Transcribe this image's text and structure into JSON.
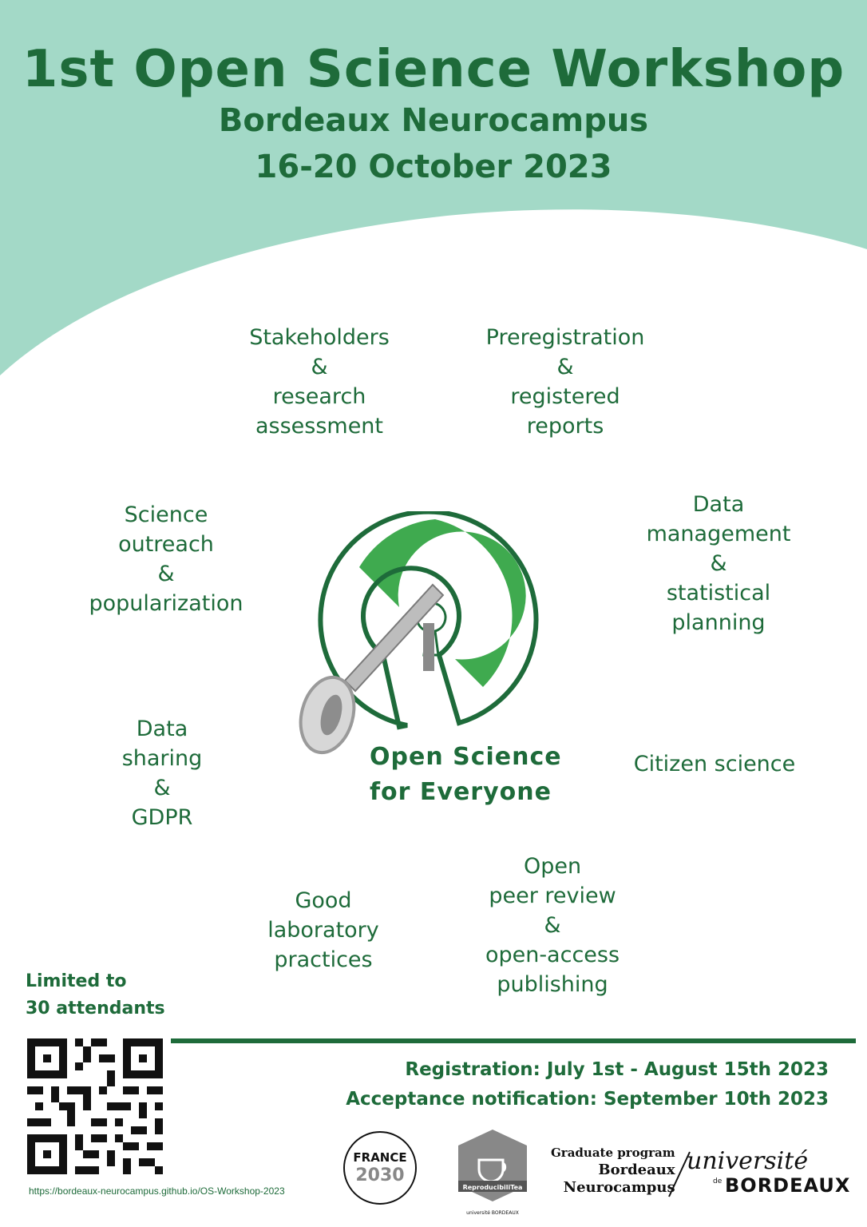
{
  "header": {
    "title": "1st Open Science Workshop",
    "subtitle": "Bordeaux Neurocampus",
    "dates": "16-20 October 2023"
  },
  "topics": {
    "stakeholders": [
      "Stakeholders",
      "&",
      "research",
      "assessment"
    ],
    "preregistration": [
      "Preregistration",
      "&",
      "registered",
      "reports"
    ],
    "outreach": [
      "Science",
      "outreach",
      "&",
      "popularization"
    ],
    "data_management": [
      "Data",
      "management",
      "&",
      "statistical",
      "planning"
    ],
    "data_sharing": [
      "Data",
      "sharing",
      "&",
      "GDPR"
    ],
    "citizen_science": [
      "Citizen science"
    ],
    "lab_practices": [
      "Good",
      "laboratory",
      "practices"
    ],
    "peer_review": [
      "Open",
      "peer review",
      "&",
      "open-access",
      "publishing"
    ]
  },
  "logo": {
    "tagline": [
      "Open Science",
      "for Everyone"
    ],
    "icon": "open-science-key-logo"
  },
  "limited": [
    "Limited to",
    "30 attendants"
  ],
  "registration": {
    "registration_line": "Registration: July 1st  - August 15th 2023",
    "acceptance_line": "Acceptance notification: September 10th 2023"
  },
  "url": "https://bordeaux-neurocampus.github.io/OS-Workshop-2023",
  "partners": {
    "france": "FRANCE",
    "france_year": "2030",
    "repro": "ReproducibiliTea",
    "repro_sub": "université BORDEAUX",
    "grad_program": [
      "Graduate program",
      "Bordeaux",
      "Neurocampus"
    ],
    "univ": "université",
    "univ_de": "de",
    "univ_bordeaux": "BORDEAUX"
  },
  "colors": {
    "primary": "#1e6b3a",
    "mint": "#a3d9c7",
    "logo_green": "#3faa4f"
  }
}
